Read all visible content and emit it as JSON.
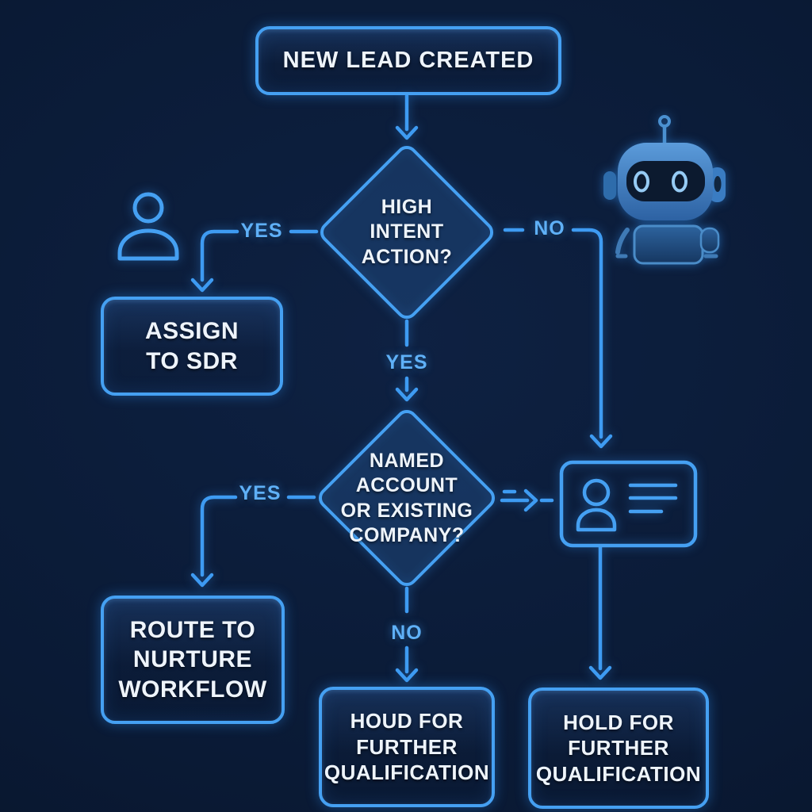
{
  "meta": {
    "title": "Lead Routing Flowchart"
  },
  "colors": {
    "background": "#0a1a33",
    "accent": "#45a0f2",
    "line": "#3e9bf2",
    "node_text": "#eef4fb",
    "edge_label": "#5fb0f7"
  },
  "nodes": {
    "start": {
      "label": "NEW LEAD CREATED",
      "type": "process"
    },
    "high_intent": {
      "label": "HIGH\nINTENT\nACTION?",
      "type": "decision"
    },
    "assign_sdr": {
      "label": "ASSIGN\nTO SDR",
      "type": "process"
    },
    "named_account": {
      "label": "NAMED\nACCOUNT\nOR EXISTING\nCOMPANY?",
      "type": "decision"
    },
    "route_nurture": {
      "label": "ROUTE TO\nNURTURE\nWORKFLOW",
      "type": "process"
    },
    "hold_center": {
      "label": "HOUD FOR\nFURTHER\nQUALIFICATION",
      "type": "process"
    },
    "hold_right": {
      "label": "HOLD FOR\nFURTHER\nQUALIFICATION",
      "type": "process"
    }
  },
  "edges": {
    "high_intent_yes": {
      "label": "YES"
    },
    "high_intent_no": {
      "label": "NO"
    },
    "high_intent_to_named": {
      "label": "YES"
    },
    "named_yes": {
      "label": "YES"
    },
    "named_no": {
      "label": "NO"
    }
  },
  "icons": [
    {
      "name": "person-icon"
    },
    {
      "name": "robot-icon"
    },
    {
      "name": "contact-card-icon"
    }
  ]
}
